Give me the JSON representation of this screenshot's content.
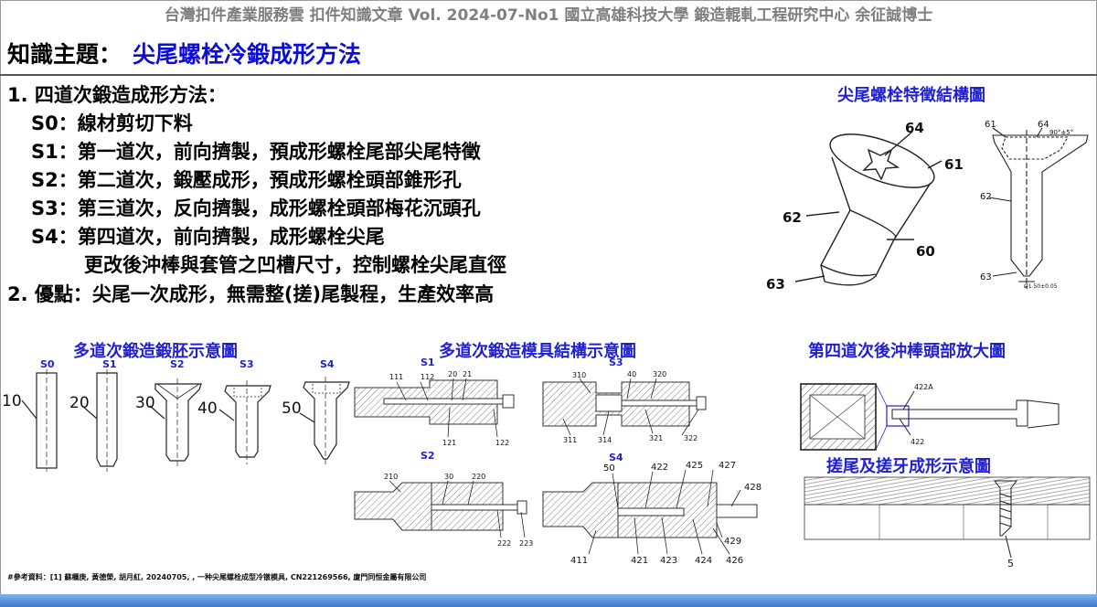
{
  "header": {
    "title": "台灣扣件產業服務雲  扣件知識文章  Vol. 2024-07-No1  國立高雄科技大學  鍛造輥軋工程研究中心  余征誠博士"
  },
  "topic": {
    "label": "知識主題：",
    "title": "尖尾螺栓冷鍛成形方法"
  },
  "content": {
    "heading1": "1. 四道次鍛造成形方法：",
    "steps": [
      {
        "code": "S0",
        "text": "：線材剪切下料"
      },
      {
        "code": "S1",
        "text": "：第一道次，前向擠製，預成形螺栓尾部尖尾特徵"
      },
      {
        "code": "S2",
        "text": "：第二道次，鍛壓成形，預成形螺栓頭部錐形孔"
      },
      {
        "code": "S3",
        "text": "：第三道次，反向擠製，成形螺栓頭部梅花沉頭孔"
      },
      {
        "code": "S4",
        "text": "：第四道次，前向擠製，成形螺栓尖尾"
      }
    ],
    "step4_extra": "更改後沖棒與套管之凹槽尺寸，控制螺栓尖尾直徑",
    "heading2": "2. 優點：尖尾一次成形，無需整(搓)尾製程，生產效率高"
  },
  "captions": {
    "feature": "尖尾螺栓特徵結構圖",
    "blank": "多道次鍛造鍛胚示意圖",
    "die": "多道次鍛造模具結構示意圖",
    "punch": "第四道次後沖棒頭部放大圖",
    "roll": "搓尾及搓牙成形示意圖"
  },
  "feature_labels": {
    "n64": "64",
    "n61": "61",
    "n62": "62",
    "n60": "60",
    "n63": "63",
    "s61": "61",
    "s64": "64",
    "s62": "62",
    "s63": "63",
    "angle": "90°±5°",
    "dia": "Ø1.50±0.05"
  },
  "blank_labels": {
    "s0": "S0",
    "s1": "S1",
    "s2": "S2",
    "s3": "S3",
    "s4": "S4",
    "n10": "10",
    "n20": "20",
    "n30": "30",
    "n40": "40",
    "n50": "50"
  },
  "die_labels": {
    "s1": "S1",
    "s3": "S3",
    "s2": "S2",
    "s4": "S4",
    "n111": "111",
    "n112": "112",
    "n20": "20",
    "n21": "21",
    "n121": "121",
    "n122": "122",
    "n310": "310",
    "n40": "40",
    "n320": "320",
    "n311": "311",
    "n314": "314",
    "n321": "321",
    "n322": "322",
    "n210": "210",
    "n30": "30",
    "n220": "220",
    "n222": "222",
    "n223": "223",
    "n50": "50",
    "n422": "422",
    "n425": "425",
    "n427": "427",
    "n428": "428",
    "n411": "411",
    "n421": "421",
    "n423": "423",
    "n424": "424",
    "n426": "426",
    "n429": "429"
  },
  "punch_labels": {
    "n422a": "422A",
    "n422": "422"
  },
  "roll_labels": {
    "n5": "5"
  },
  "reference": "#參考資料：[1] 蘇櫃庚, 黃德榮, 胡月紅, 20240705, , 一种尖尾螺栓成型冷镦模具, CN221269566, 廈門同恒金屬有限公司",
  "colors": {
    "accent_blue": "#1f1fd6",
    "title_blue": "#0d0dd9",
    "header_gray": "#7f7f7f",
    "bar_blue": "#3c7ad2"
  }
}
